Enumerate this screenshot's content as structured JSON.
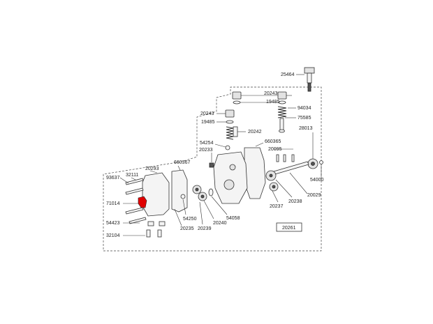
{
  "diagram": {
    "highlight_color": "#e00000",
    "labels": {
      "p25464": "25464",
      "p20243a": "20243",
      "p19485a": "19485",
      "p94034": "94034",
      "p75585": "75585",
      "p20243b": "20243",
      "p19485b": "19485",
      "p20242": "20242",
      "p28013": "28013",
      "p54254": "54254",
      "p660365": "660365",
      "p20233": "20233",
      "p20095": "20095",
      "p20293": "20293",
      "p660367": "660367",
      "p93637": "93637",
      "p32111": "32111",
      "p71014": "71014",
      "p54000": "54000",
      "p20029": "20029",
      "p20238": "20238",
      "p20237": "20237",
      "p54058": "54058",
      "p54423": "54423",
      "p54250": "54250",
      "p20240": "20240",
      "p20235": "20235",
      "p20239": "20239",
      "p32104": "32104",
      "p20261": "20261"
    }
  }
}
